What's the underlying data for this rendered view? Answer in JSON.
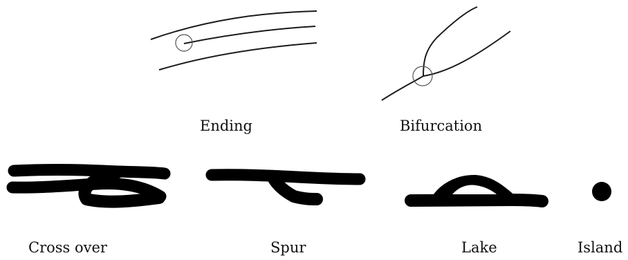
{
  "figure": {
    "labels": {
      "ending": "Ending",
      "bifurcation": "Bifurcation",
      "crossover": "Cross over",
      "spur": "Spur",
      "lake": "Lake",
      "island": "Island"
    },
    "colors": {
      "ink": "#000000",
      "thin_line": "#1a1a1a",
      "marker_circle": "#555555",
      "background": "#ffffff"
    }
  }
}
